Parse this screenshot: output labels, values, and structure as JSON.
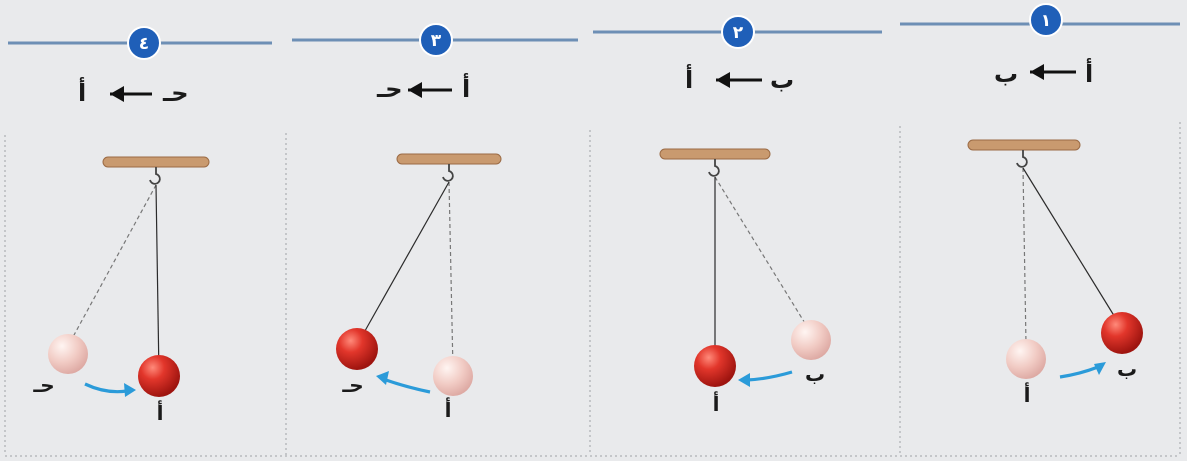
{
  "panels": [
    {
      "step_number": "٤",
      "sequence": {
        "left": "أ",
        "right": "حـ"
      },
      "ball_labels": {
        "faint": "حـ",
        "active": "أ"
      }
    },
    {
      "step_number": "٣",
      "sequence": {
        "left": "حـ",
        "right": "أ"
      },
      "ball_labels": {
        "active": "حـ",
        "faint": "أ"
      }
    },
    {
      "step_number": "٢",
      "sequence": {
        "left": "أ",
        "right": "ب"
      },
      "ball_labels": {
        "active": "أ",
        "faint": "ب"
      }
    },
    {
      "step_number": "١",
      "sequence": {
        "left": "ب",
        "right": "أ"
      },
      "ball_labels": {
        "faint": "أ",
        "active": "ب"
      }
    }
  ],
  "colors": {
    "active_ball": "#d6251f",
    "faint_ball": "#efc3bf",
    "arrow": "#2b9bd9",
    "step_badge": "#1f5fb8"
  }
}
